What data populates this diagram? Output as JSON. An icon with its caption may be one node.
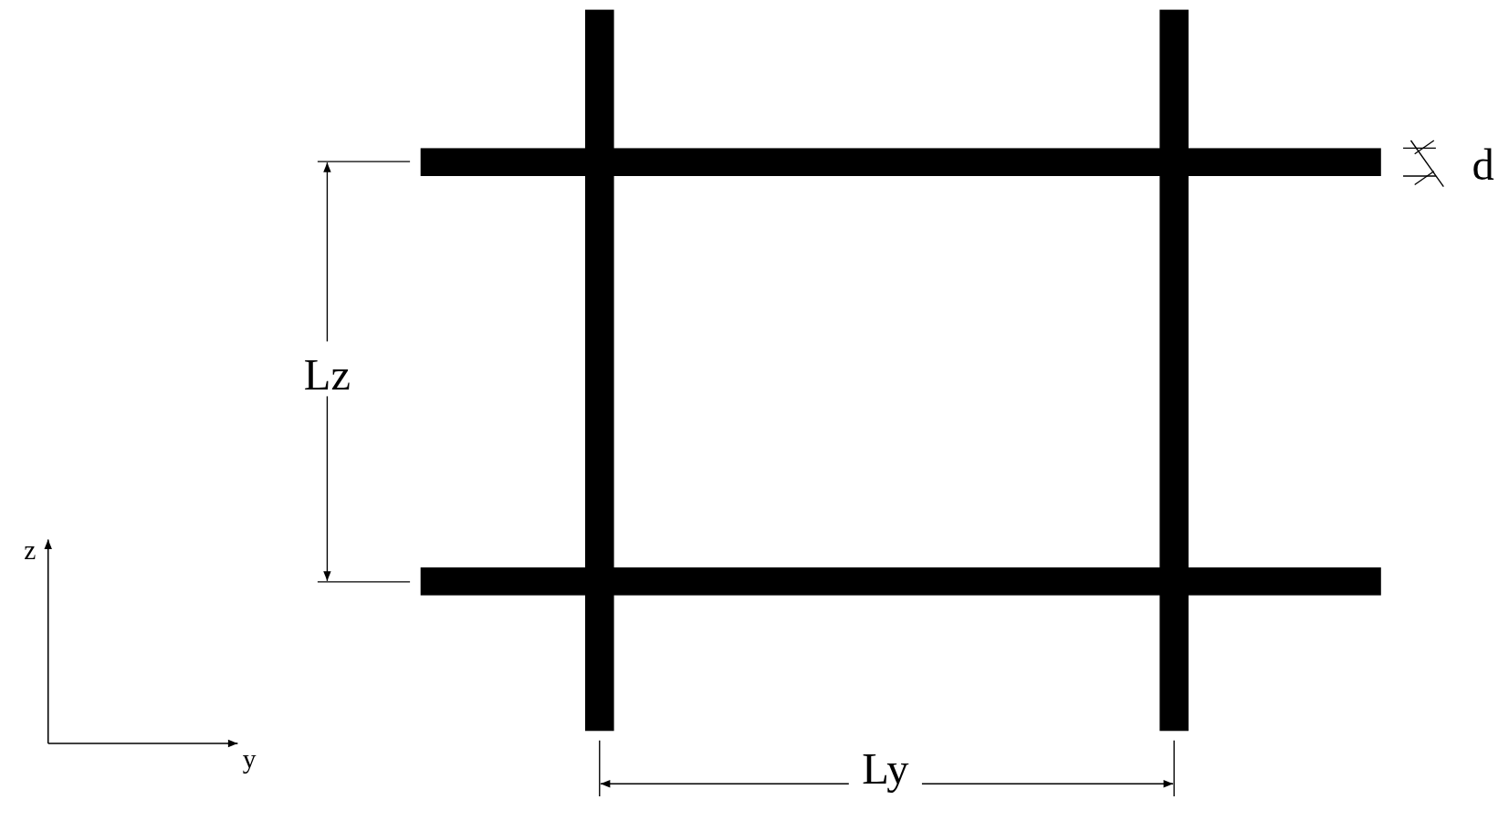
{
  "diagram": {
    "labels": [
      "d",
      "Lz",
      "z",
      "y",
      "Ly"
    ]
  }
}
